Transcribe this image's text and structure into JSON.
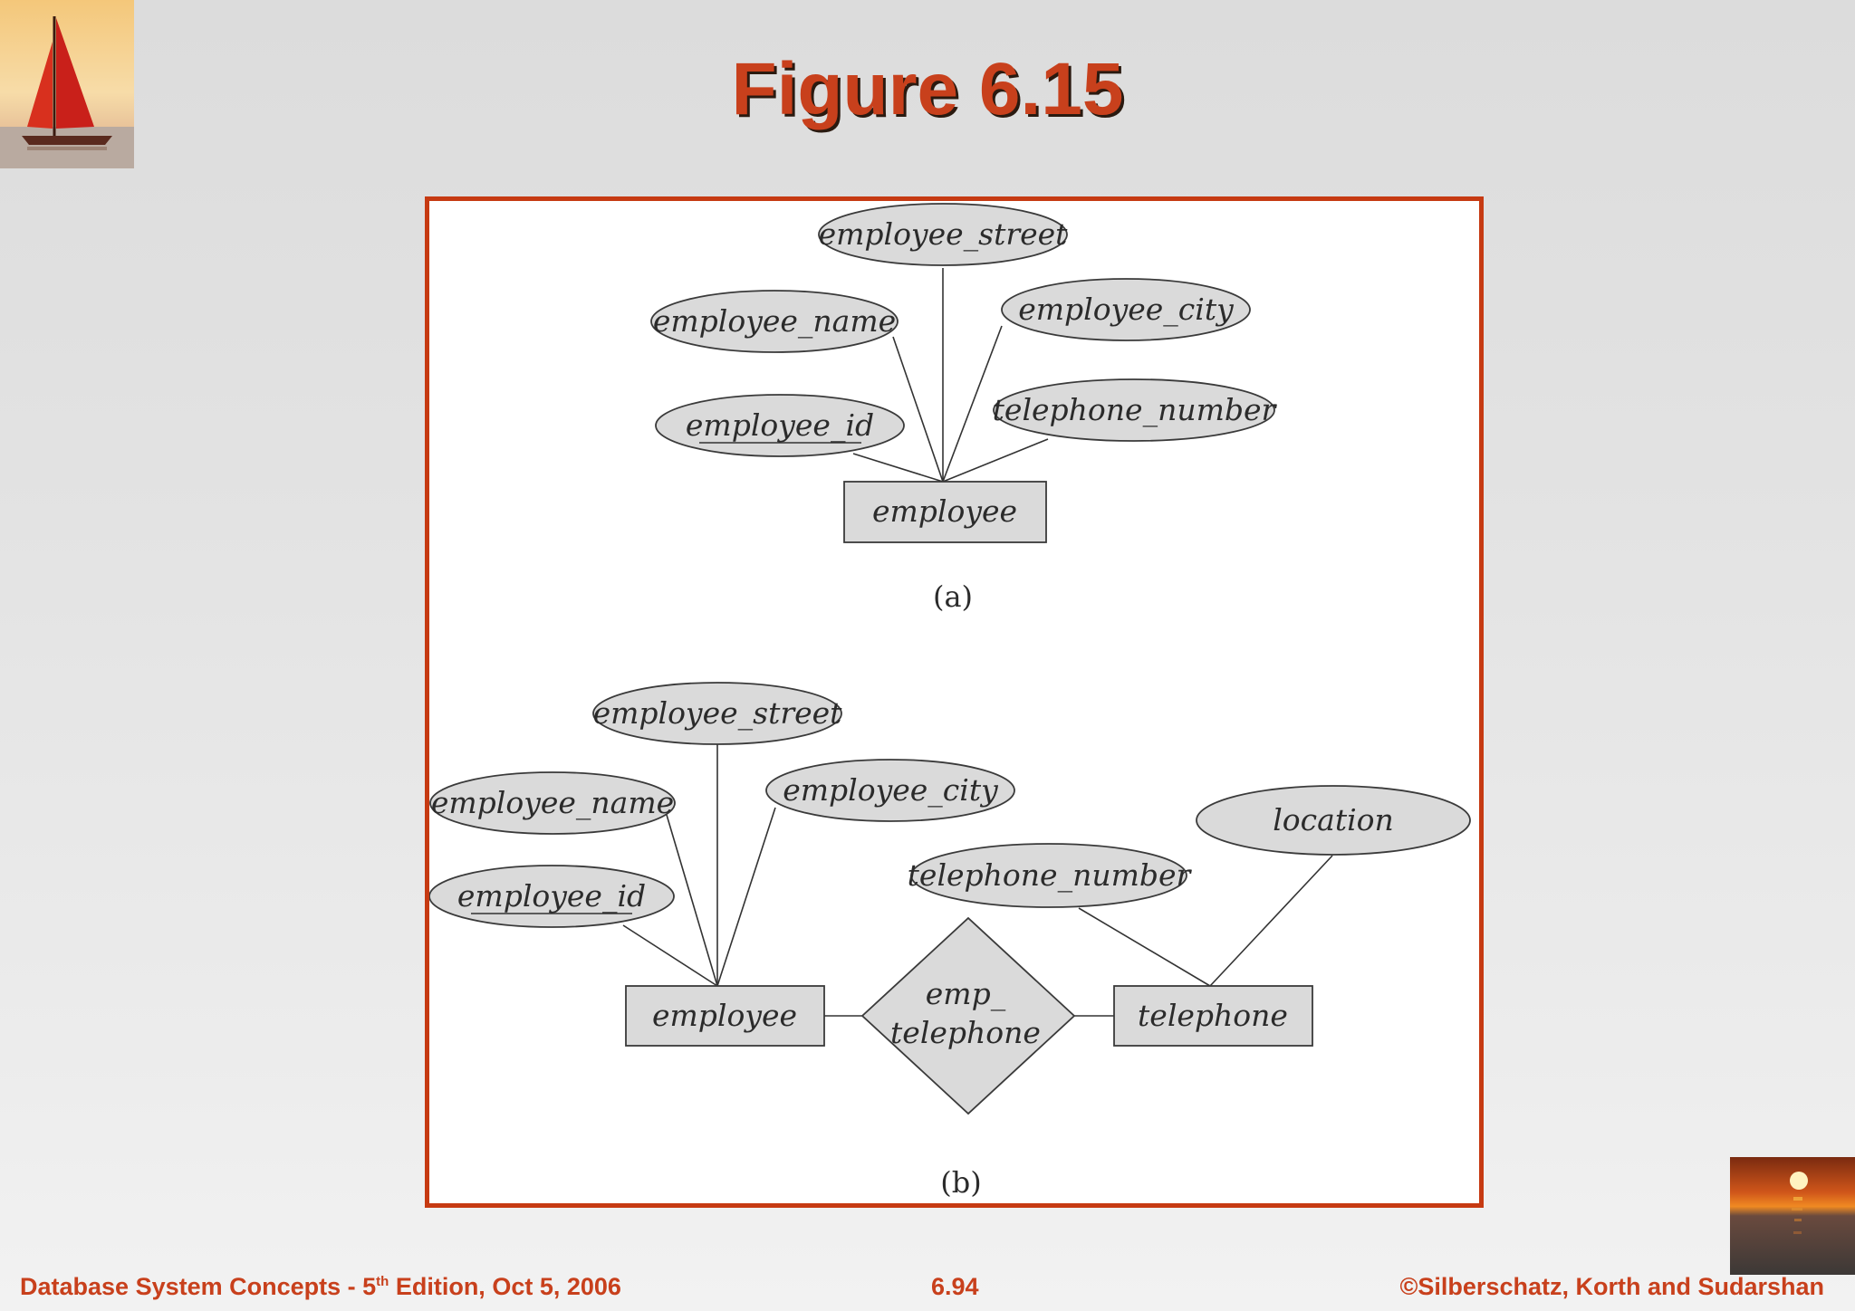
{
  "slide": {
    "title": "Figure 6.15"
  },
  "diagram_a": {
    "caption": "(a)",
    "entity": "employee",
    "attributes": {
      "street": "employee_street",
      "name": "employee_name",
      "city": "employee_city",
      "id": "employee_id",
      "telephone": "telephone_number"
    }
  },
  "diagram_b": {
    "caption": "(b)",
    "entity_left": "employee",
    "entity_right": "telephone",
    "relationship_line1": "emp_",
    "relationship_line2": "telephone",
    "attributes": {
      "street": "employee_street",
      "name": "employee_name",
      "city": "employee_city",
      "id": "employee_id",
      "telephone": "telephone_number",
      "location": "location"
    }
  },
  "footer": {
    "left_pre": "Database System Concepts - 5",
    "left_sup": "th",
    "left_post": " Edition, Oct 5, 2006",
    "center": "6.94",
    "right": "©Silberschatz, Korth and Sudarshan"
  },
  "colors": {
    "accent": "#c8401c",
    "frame": "#c63a12",
    "shape_fill": "#dadada"
  }
}
